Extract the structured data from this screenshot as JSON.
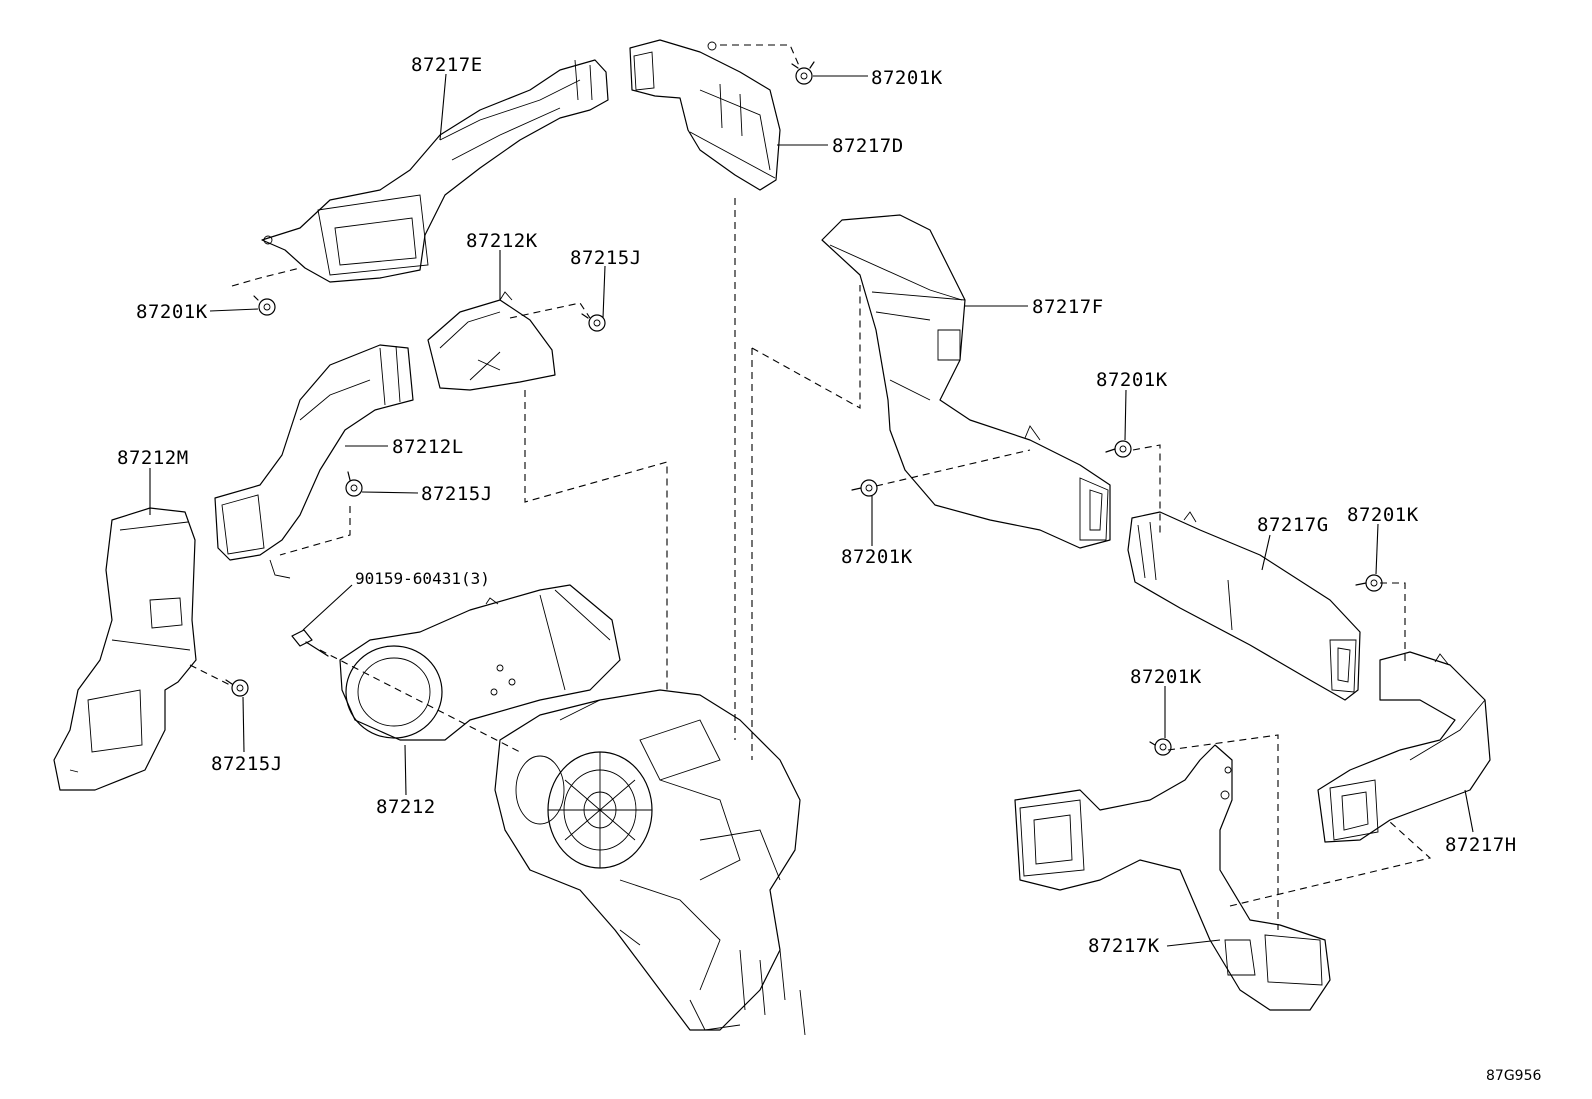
{
  "parts": {
    "p87217E": "87217E",
    "p87201K_top": "87201K",
    "p87217D": "87217D",
    "p87212K": "87212K",
    "p87215J_top": "87215J",
    "p87201K_left": "87201K",
    "p87217F": "87217F",
    "p87201K_mid": "87201K",
    "p87212L": "87212L",
    "p87212M": "87212M",
    "p87215J_mid": "87215J",
    "p87201K_center": "87201K",
    "p87217G": "87217G",
    "p87201K_right": "87201K",
    "p90159": "90159-60431(3)",
    "p87201K_lower": "87201K",
    "p87215J_bottom": "87215J",
    "p87212": "87212",
    "p87217H": "87217H",
    "p87217K": "87217K"
  },
  "diagram_code": "87G956"
}
